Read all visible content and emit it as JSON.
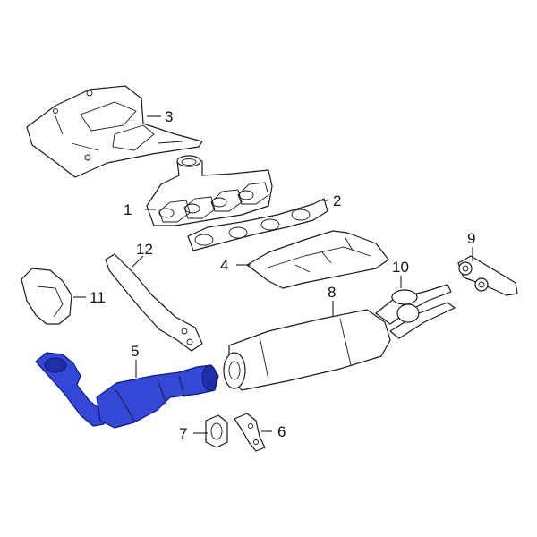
{
  "callouts": [
    {
      "label": "1"
    },
    {
      "label": "2"
    },
    {
      "label": "3"
    },
    {
      "label": "4"
    },
    {
      "label": "5"
    },
    {
      "label": "6"
    },
    {
      "label": "7"
    },
    {
      "label": "8"
    },
    {
      "label": "9"
    },
    {
      "label": "10"
    },
    {
      "label": "11"
    },
    {
      "label": "12"
    }
  ],
  "colors": {
    "line_art": "#1a1a1a",
    "highlight": "#3348d6",
    "background": "#ffffff"
  },
  "highlighted_part": "5"
}
